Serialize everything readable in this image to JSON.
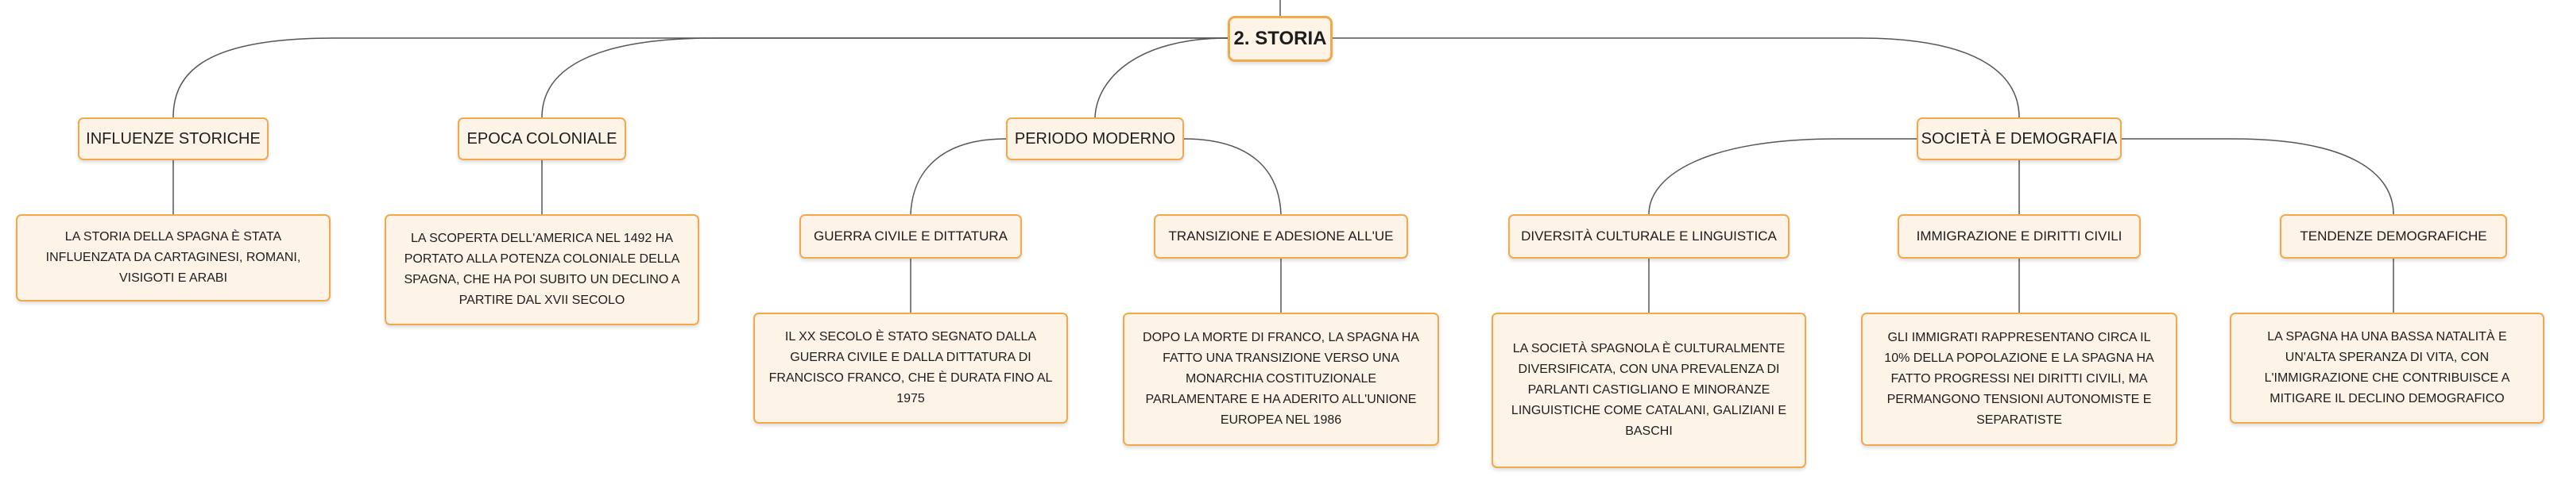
{
  "root": {
    "label": "2. STORIA"
  },
  "branches": {
    "influenze": {
      "label": "INFLUENZE STORICHE",
      "text": "LA STORIA DELLA SPAGNA È STATA INFLUENZATA DA CARTAGINESI, ROMANI, VISIGOTI E ARABI"
    },
    "coloniale": {
      "label": "EPOCA COLONIALE",
      "text": "LA SCOPERTA DELL'AMERICA NEL 1492 HA PORTATO ALLA POTENZA COLONIALE DELLA SPAGNA, CHE HA POI SUBITO UN DECLINO A PARTIRE DAL XVII SECOLO"
    },
    "moderno": {
      "label": "PERIODO MODERNO",
      "guerra": {
        "label": "GUERRA CIVILE E DITTATURA",
        "text": "IL XX SECOLO È STATO SEGNATO DALLA GUERRA CIVILE E DALLA DITTATURA DI FRANCISCO FRANCO, CHE È DURATA FINO AL 1975"
      },
      "transizione": {
        "label": "TRANSIZIONE E ADESIONE ALL'UE",
        "text": "DOPO LA MORTE DI FRANCO, LA SPAGNA HA FATTO UNA TRANSIZIONE VERSO UNA MONARCHIA COSTITUZIONALE PARLAMENTARE E HA ADERITO ALL'UNIONE EUROPEA NEL 1986"
      }
    },
    "societa": {
      "label": "SOCIETÀ E DEMOGRAFIA",
      "diversita": {
        "label": "DIVERSITÀ CULTURALE E LINGUISTICA",
        "text": "LA SOCIETÀ SPAGNOLA È CULTURALMENTE DIVERSIFICATA, CON UNA PREVALENZA DI PARLANTI CASTIGLIANO E MINORANZE LINGUISTICHE COME CATALANI, GALIZIANI E BASCHI"
      },
      "immigrazione": {
        "label": "IMMIGRAZIONE E DIRITTI CIVILI",
        "text": "GLI IMMIGRATI RAPPRESENTANO CIRCA IL 10% DELLA POPOLAZIONE E LA SPAGNA HA FATTO PROGRESSI NEI DIRITTI CIVILI, MA PERMANGONO TENSIONI AUTONOMISTE E SEPARATISTE"
      },
      "tendenze": {
        "label": "TENDENZE DEMOGRAFICHE",
        "text": "LA SPAGNA HA UNA BASSA NATALITÀ E UN'ALTA SPERANZA DI VITA, CON L'IMMIGRAZIONE CHE CONTRIBUISCE A MITIGARE IL DECLINO DEMOGRAFICO"
      }
    }
  }
}
